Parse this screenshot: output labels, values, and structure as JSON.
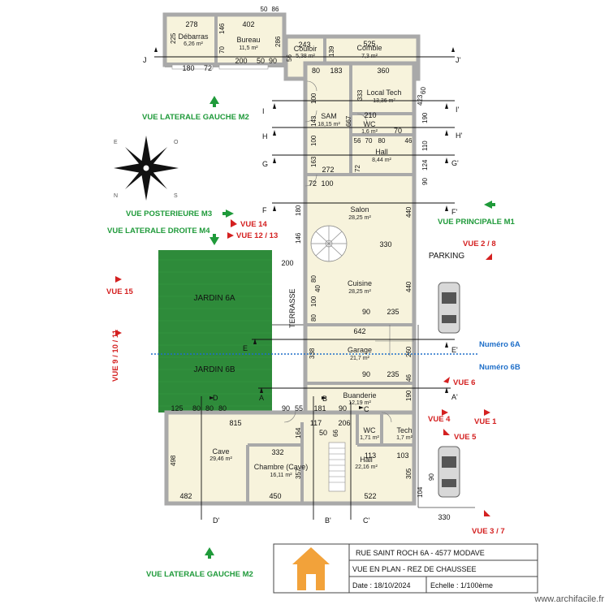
{
  "colors": {
    "wall": "#a9a9a9",
    "floor": "#f7f3dc",
    "garden": "#2e8b3a",
    "green": "#1f9a3a",
    "red": "#d42020",
    "blue": "#1f6fc9",
    "logo": "#f2a23a"
  },
  "rooms": {
    "debarras": {
      "name": "Débarras",
      "area": "6,26 m²"
    },
    "bureau": {
      "name": "Bureau",
      "area": "11,5 m²"
    },
    "couloir": {
      "name": "Couloir",
      "area": "5,38 m²"
    },
    "comble": {
      "name": "Comble",
      "area": "7,3 m²"
    },
    "local_tech": {
      "name": "Local Tech",
      "area": "13,36 m²"
    },
    "sam": {
      "name": "SAM",
      "area": "18,15 m²"
    },
    "wc_top": {
      "name": "WC",
      "area": "1,6 m²"
    },
    "hall_top": {
      "name": "Hall",
      "area": "8,44 m²"
    },
    "salon": {
      "name": "Salon",
      "area": "28,25 m²"
    },
    "cuisine": {
      "name": "Cuisine",
      "area": "28,25 m²"
    },
    "garage": {
      "name": "Garage",
      "area": "21,7 m²"
    },
    "buanderie": {
      "name": "Buanderie",
      "area": "12,19 m²"
    },
    "cave": {
      "name": "Cave",
      "area": "29,46 m²"
    },
    "chambre": {
      "name": "Chambre (Cave)",
      "area": "16,11 m²"
    },
    "wc_bottom": {
      "name": "WC",
      "area": "1,71 m²"
    },
    "tech": {
      "name": "Tech",
      "area": "1,7 m²"
    },
    "hall_bottom": {
      "name": "Hall",
      "area": "22,16 m²"
    }
  },
  "zones": {
    "jardin_6a": "JARDIN 6A",
    "jardin_6b": "JARDIN 6B",
    "parking": "PARKING",
    "terrasse": "TERRASSE"
  },
  "dimensions": {
    "d50a": "50",
    "d86": "86",
    "d278": "278",
    "d402": "402",
    "d225": "225",
    "d146a": "146",
    "d70a": "70",
    "d200a": "200",
    "d50b": "50",
    "d90a": "90",
    "d56a": "56",
    "d286": "286",
    "d243": "243",
    "d525": "525",
    "d139": "139",
    "d180": "180",
    "d72a": "72",
    "d80a": "80",
    "d183": "183",
    "d360": "360",
    "d333": "333",
    "d60a": "60",
    "d423": "423",
    "d100a": "100",
    "d143": "143",
    "d667": "667",
    "d210": "210",
    "d190a": "190",
    "d70b": "70",
    "d100b": "100",
    "d56b": "56",
    "d70c": "70",
    "d80b": "80",
    "d46a": "46",
    "d110": "110",
    "d163": "163",
    "d272": "272",
    "d72b": "72",
    "d124": "124",
    "d90b": "90",
    "d72c": "72",
    "d100c": "100",
    "d180b": "180",
    "d440a": "440",
    "d146b": "146",
    "d330a": "330",
    "d200b": "200",
    "d40": "40",
    "d440b": "440",
    "d80c": "80",
    "d100d": "100",
    "d90c": "90",
    "d235a": "235",
    "d642": "642",
    "d338": "338",
    "d260": "260",
    "d90d": "90",
    "d235b": "235",
    "d46b": "46",
    "d190b": "190",
    "d125": "125",
    "d80d": "80",
    "d80e": "80",
    "d80f": "80",
    "d90e": "90",
    "d55": "55",
    "d181": "181",
    "d90f": "90",
    "d815": "815",
    "d117": "117",
    "d206": "206",
    "d164": "164",
    "d50c": "50",
    "d66": "66",
    "d498": "498",
    "d332": "332",
    "d357": "357",
    "d113": "113",
    "d103": "103",
    "d305": "305",
    "d104": "104",
    "d90g": "90",
    "d482": "482",
    "d450": "450",
    "d522": "522",
    "d330b": "330"
  },
  "sections": {
    "J": "J",
    "J2": "J'",
    "I": "I",
    "I2": "I'",
    "H": "H",
    "H2": "H'",
    "G": "G",
    "G2": "G'",
    "F": "F",
    "F2": "F'",
    "E": "E",
    "E2": "E'",
    "A": "A",
    "A2": "A'",
    "B": "B",
    "B2": "B'",
    "C": "C",
    "C2": "C'",
    "D": "D",
    "D2": "D'"
  },
  "views": {
    "lat_gauche_m2_top": "VUE LATERALE GAUCHE M2",
    "posterieure_m3": "VUE POSTERIEURE M3",
    "lat_droite_m4": "VUE LATERALE DROITE M4",
    "vue14": "VUE 14",
    "vue12_13": "VUE 12 / 13",
    "principale_m1": "VUE PRINCIPALE M1",
    "vue2_8": "VUE 2 / 8",
    "vue15": "VUE 15",
    "vue9_10_11": "VUE 9 / 10 / 11",
    "vue6": "VUE 6",
    "vue4": "VUE 4",
    "vue1": "VUE 1",
    "vue5": "VUE 5",
    "vue3_7": "VUE 3 / 7",
    "lat_gauche_m2_bottom": "VUE LATERALE GAUCHE M2"
  },
  "boundary": {
    "numero_6a": "Numéro 6A",
    "numero_6b": "Numéro 6B"
  },
  "title_block": {
    "address": "RUE SAINT ROCH 6A - 4577 MODAVE",
    "plan_title": "VUE EN PLAN - REZ DE CHAUSSEE",
    "date": "Date : 18/10/2024",
    "scale": "Echelle : 1/100ème"
  },
  "watermark": "www.archifacile.fr",
  "icons": {
    "compass": "compass-rose-icon",
    "logo": "house-logo-icon"
  }
}
